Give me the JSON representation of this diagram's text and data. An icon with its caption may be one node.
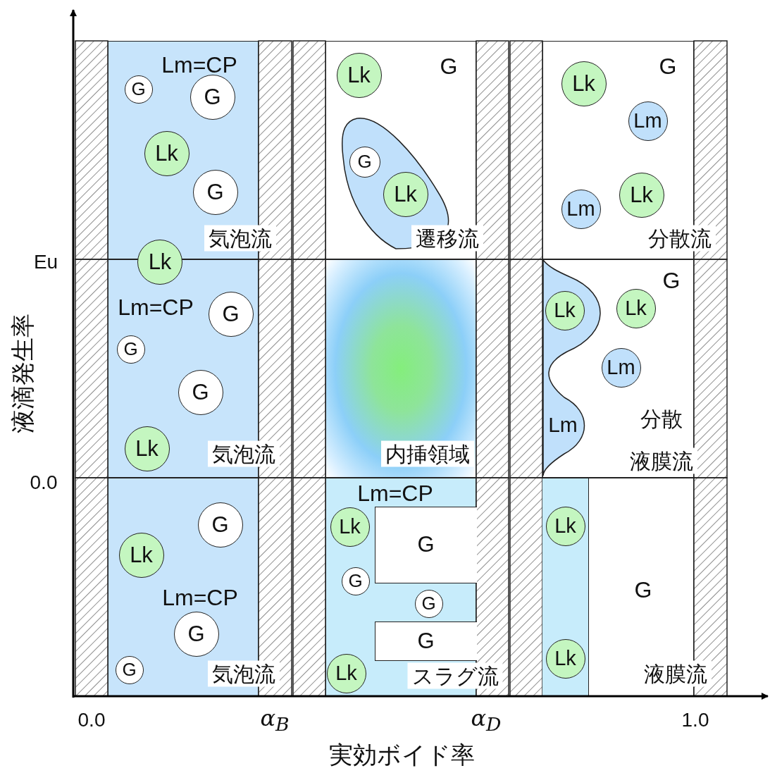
{
  "diagram": {
    "nodes": [
      {
        "text": [
          "Lm=CP",
          "気泡流"
        ]
      },
      {
        "text": [
          "G"
        ],
        "in": 0
      },
      {
        "text": [
          "G"
        ],
        "in": 0
      },
      {
        "text": [
          "Lk"
        ],
        "in": 0
      },
      {
        "text": [
          "G"
        ],
        "in": 0
      },
      {
        "text": [
          "Lk"
        ]
      },
      {
        "text": [
          "G",
          "遷移流"
        ]
      },
      {
        "text": [
          "Lk"
        ],
        "in": 6
      },
      {
        "text": [],
        "shape": "blob",
        "in": 6
      },
      {
        "text": [
          "G"
        ],
        "in": 8
      },
      {
        "text": [
          "Lk"
        ],
        "in": 8
      },
      {
        "text": [
          "G",
          "分散流"
        ]
      },
      {
        "text": [
          "Lk"
        ],
        "in": 11
      },
      {
        "text": [
          "Lm"
        ],
        "in": 11
      },
      {
        "text": [
          "Lk"
        ],
        "in": 11
      },
      {
        "text": [
          "Lm"
        ],
        "in": 11
      },
      {
        "text": [
          "Lm=CP",
          "気泡流"
        ]
      },
      {
        "text": [
          "G"
        ],
        "in": 16
      },
      {
        "text": [
          "G"
        ],
        "in": 16
      },
      {
        "text": [
          "G"
        ],
        "in": 16
      },
      {
        "text": [
          "Lk"
        ],
        "in": 16
      },
      {
        "text": [
          "内挿領域"
        ]
      },
      {
        "text": [
          "G",
          "分散",
          "液膜流"
        ]
      },
      {
        "text": [
          "Lm"
        ],
        "in": 22
      },
      {
        "text": [
          "Lk"
        ],
        "in": 23
      },
      {
        "text": [
          "Lk"
        ],
        "in": 22
      },
      {
        "text": [
          "Lm"
        ],
        "in": 22
      },
      {
        "text": [
          "Lm=CP",
          "気泡流"
        ]
      },
      {
        "text": [
          "G"
        ],
        "in": 27
      },
      {
        "text": [
          "Lk"
        ],
        "in": 27
      },
      {
        "text": [
          "G"
        ],
        "in": 27
      },
      {
        "text": [
          "G"
        ],
        "in": 27
      },
      {
        "text": [
          "Lm=CP",
          "スラグ流"
        ]
      },
      {
        "text": [
          "G"
        ],
        "in": 32
      },
      {
        "text": [
          "Lk"
        ],
        "in": 32
      },
      {
        "text": [
          "G"
        ],
        "in": 32
      },
      {
        "text": [
          "G"
        ],
        "in": 32
      },
      {
        "text": [
          "G"
        ],
        "in": 32
      },
      {
        "text": [
          "Lk"
        ],
        "in": 32
      },
      {
        "text": [
          "G",
          "液膜流"
        ]
      },
      {
        "text": [
          "Lk"
        ],
        "in": 39
      },
      {
        "text": [
          "Lk"
        ],
        "in": 39
      }
    ],
    "labels": [
      "Eu",
      "0.0",
      "液滴発生率",
      "0.0",
      "α$_{B}$",
      "α$_{D}$",
      "1.0",
      "実効ボイド率"
    ]
  }
}
